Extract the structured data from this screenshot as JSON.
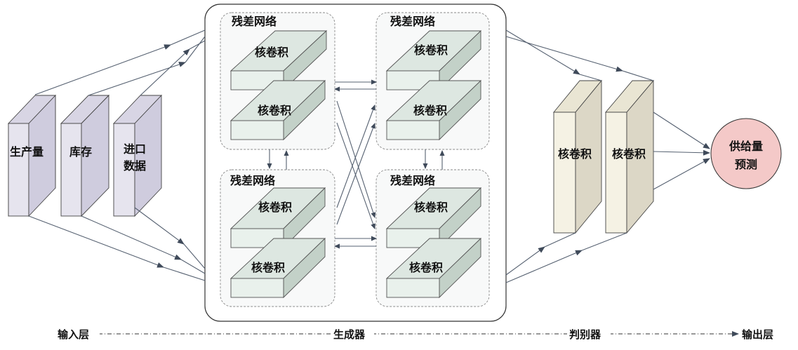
{
  "inputs": [
    {
      "label": "生产量"
    },
    {
      "label": "库存"
    },
    {
      "label": "进口",
      "label2": "数据"
    }
  ],
  "generator": {
    "blocks": [
      {
        "title": "残差网络",
        "layers": [
          "核卷积",
          "核卷积"
        ]
      },
      {
        "title": "残差网络",
        "layers": [
          "核卷积",
          "核卷积"
        ]
      },
      {
        "title": "残差网络",
        "layers": [
          "核卷积",
          "核卷积"
        ]
      },
      {
        "title": "残差网络",
        "layers": [
          "核卷积",
          "核卷积"
        ]
      }
    ]
  },
  "discriminator": {
    "layers": [
      "核卷积",
      "核卷积"
    ]
  },
  "output": {
    "line1": "供给量",
    "line2": "预测"
  },
  "bottom_axis": {
    "labels": [
      "输入层",
      "生成器",
      "判别器",
      "输出层"
    ]
  },
  "colors": {
    "input_front": "#e4e2ec",
    "input_side": "#c9c6d8",
    "conv_front": "#e6efe9",
    "conv_top": "#d4e0d8",
    "conv_side": "#bccbc1",
    "disc_front": "#f4f1e2",
    "disc_side": "#dbd6c4",
    "output_fill": "#f2c9c8",
    "arrow": "#556070"
  }
}
